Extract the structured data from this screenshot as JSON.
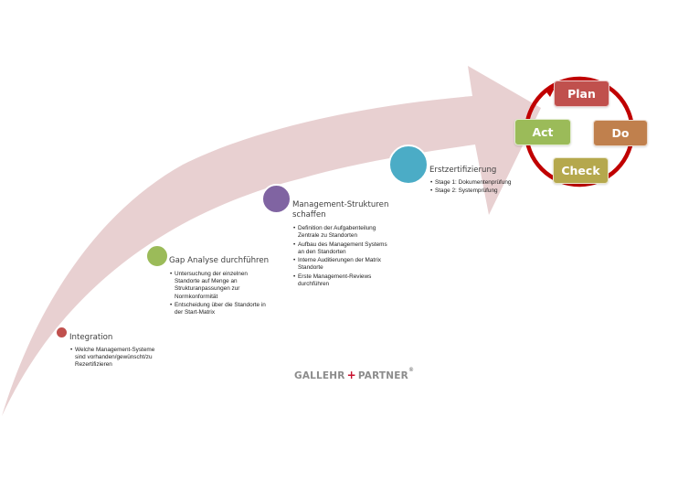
{
  "colors": {
    "arrow_fill": "#e8d0d1",
    "cycle_ring": "#c00000",
    "stage_integration": "#c0504d",
    "stage_gap": "#9bbb59",
    "stage_management": "#8064a2",
    "stage_certification": "#4bacc6",
    "plan": "#c0504d",
    "do": "#c0804d",
    "check": "#b5a84d",
    "act": "#9bbb59"
  },
  "stages": [
    {
      "title": "Integration",
      "bullets": [
        "Welche Management-Systeme sind vorhanden/gewünscht/zu Rezertifizieren"
      ]
    },
    {
      "title": "Gap Analyse durchführen",
      "bullets": [
        "Untersuchung der einzelnen Standorte auf Menge an Strukturanpassungen zur Normkonformität",
        "Entscheidung über die Standorte in der Start-Matrix"
      ]
    },
    {
      "title": "Management-Strukturen schaffen",
      "bullets": [
        "Definition der Aufgabenteilung Zentrale zu Standorten",
        "Aufbau des Management Systems an den Standorten",
        "Interne Auditierungen der Matrix Standorte",
        "Erste Management-Reviews durchführen"
      ]
    },
    {
      "title": "Erstzertifizierung",
      "bullets": [
        "Stage 1: Dokumentenprüfung",
        "Stage 2: Systemprüfung"
      ]
    }
  ],
  "pdca": {
    "plan": "Plan",
    "do": "Do",
    "check": "Check",
    "act": "Act"
  },
  "logo": {
    "left": "GALLEHR",
    "plus": "+",
    "right": "PARTNER",
    "mark": "®"
  }
}
